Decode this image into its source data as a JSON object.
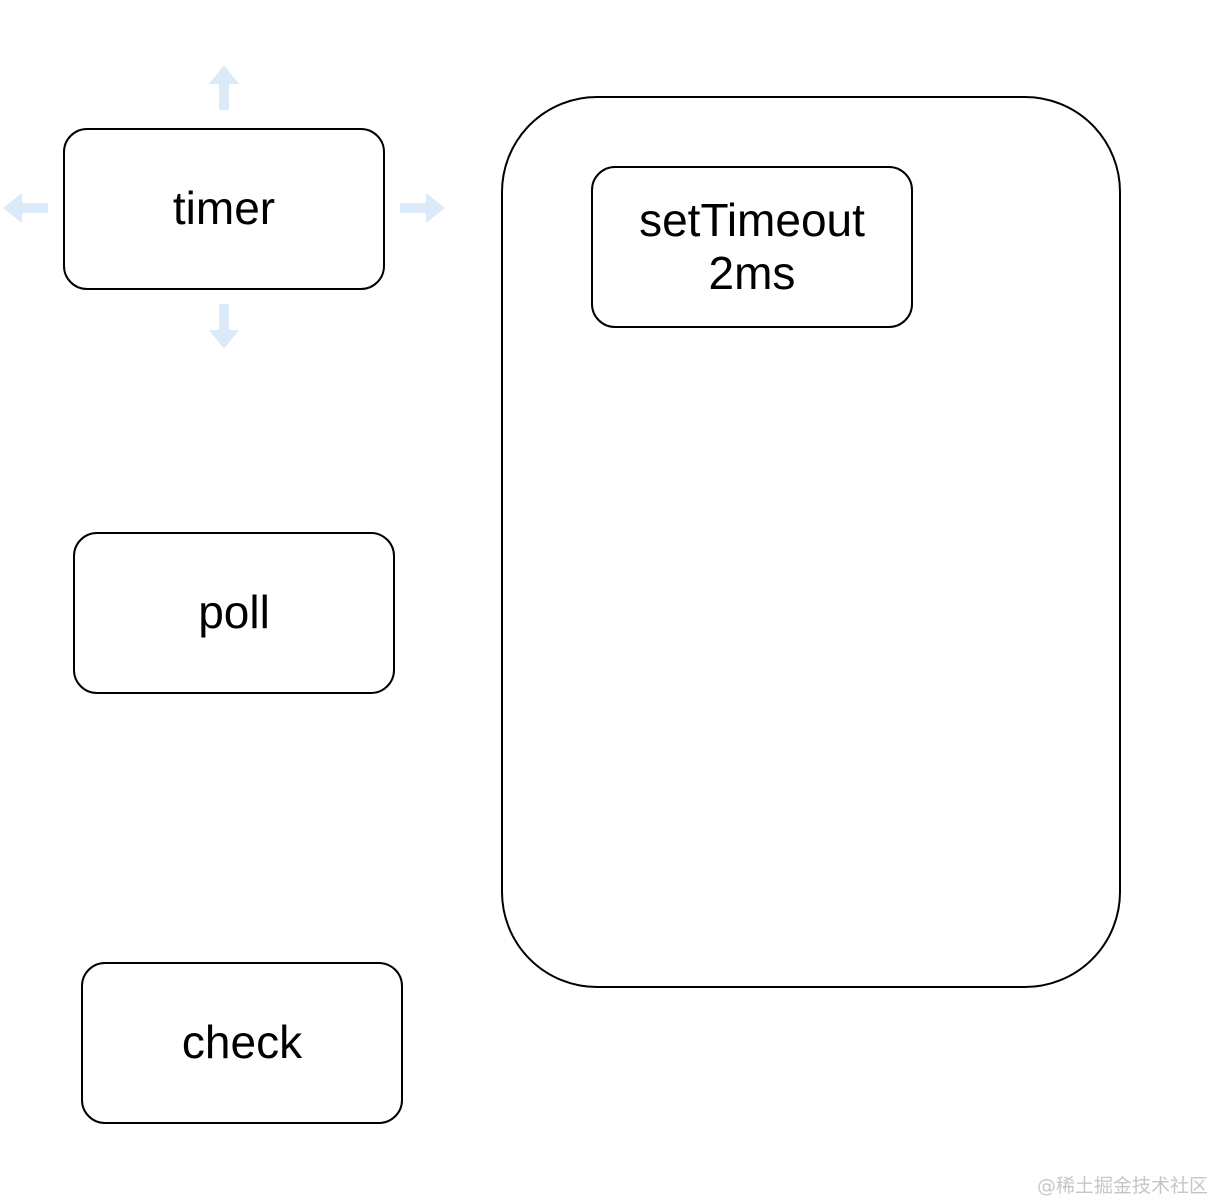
{
  "nodes": {
    "timer": "timer",
    "poll": "poll",
    "check": "check",
    "settimeout_line1": "setTimeout",
    "settimeout_line2": "2ms"
  },
  "arrows": {
    "color": "#dbeaf8",
    "directions": [
      "up",
      "down",
      "left",
      "right"
    ]
  },
  "watermark": "@稀土掘金技术社区"
}
